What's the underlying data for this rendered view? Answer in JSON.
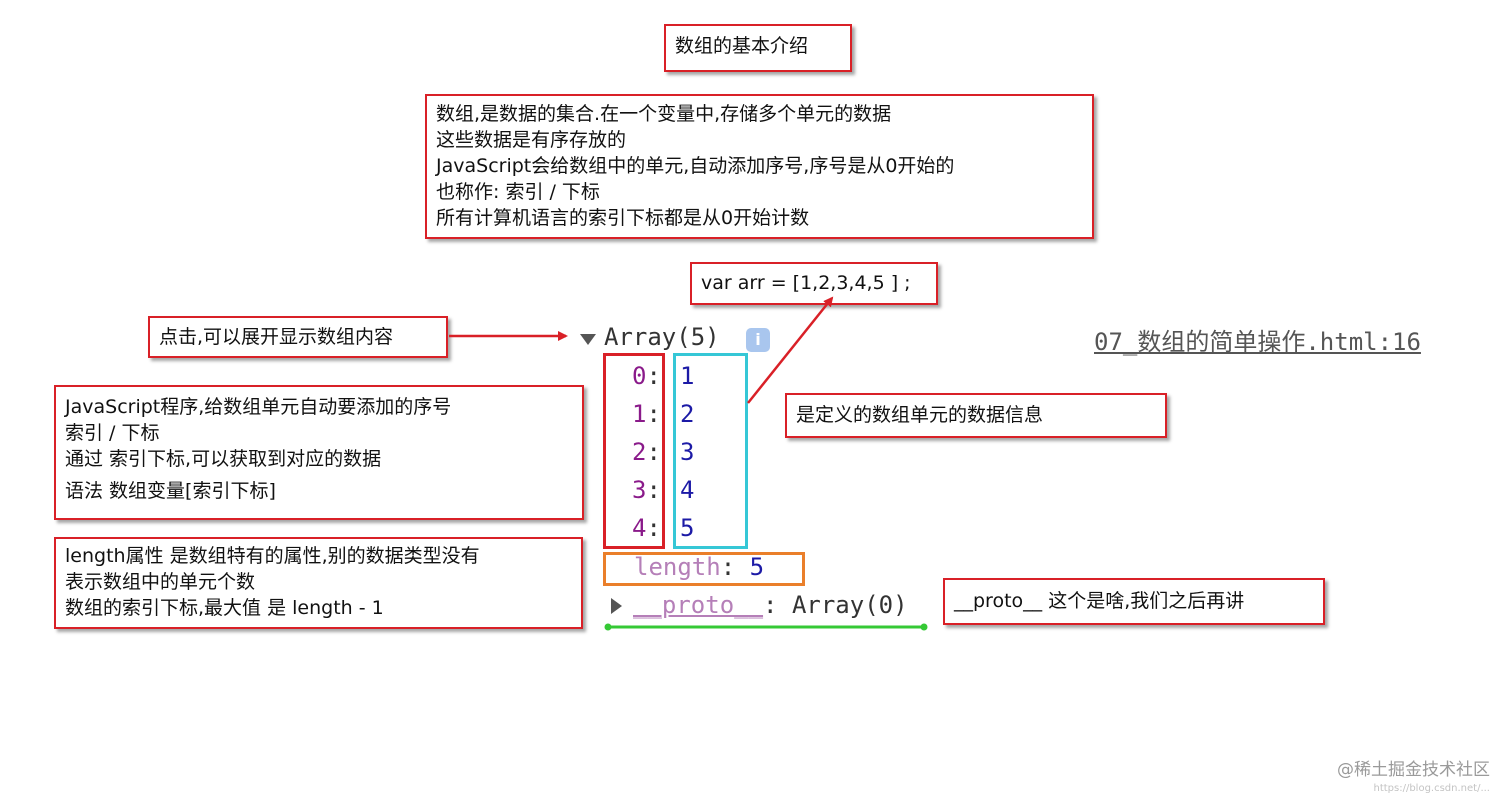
{
  "title": "数组的基本介绍",
  "intro": {
    "lines": [
      "数组,是数据的集合.在一个变量中,存储多个单元的数据",
      "这些数据是有序存放的",
      "JavaScript会给数组中的单元,自动添加序号,序号是从0开始的",
      "也称作: 索引 / 下标",
      "所有计算机语言的索引下标都是从0开始计数"
    ]
  },
  "code_box": "var arr = [1,2,3,4,5 ] ;",
  "click_note": "点击,可以展开显示数组内容",
  "index_note": {
    "lines": [
      "JavaScript程序,给数组单元自动要添加的序号",
      "索引  /  下标",
      "通过 索引下标,可以获取到对应的数据",
      "语法 数组变量[索引下标]"
    ]
  },
  "length_note": {
    "lines": [
      "length属性 是数组特有的属性,别的数据类型没有",
      "表示数组中的单元个数",
      "数组的索引下标,最大值 是 length - 1"
    ]
  },
  "value_note": "是定义的数组单元的数据信息",
  "proto_note": "__proto__ 这个是啥,我们之后再讲",
  "console": {
    "header": "Array(5)",
    "info_badge": "i",
    "entries": [
      {
        "key": "0",
        "value": "1"
      },
      {
        "key": "1",
        "value": "2"
      },
      {
        "key": "2",
        "value": "3"
      },
      {
        "key": "3",
        "value": "4"
      },
      {
        "key": "4",
        "value": "5"
      }
    ],
    "length_key": "length",
    "length_value": "5",
    "proto_key": "__proto__",
    "proto_value": "Array(0)",
    "colon": ":"
  },
  "source_link": "07_数组的简单操作.html:16",
  "watermark": "@稀土掘金技术社区",
  "watermark_sub": "https://blog.csdn.net/..."
}
